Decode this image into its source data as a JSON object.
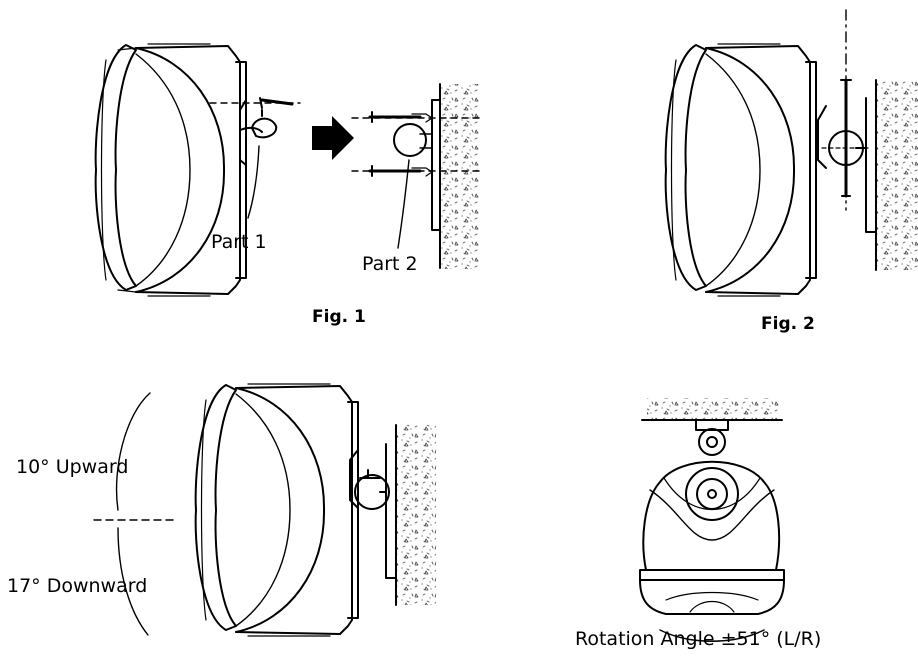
{
  "figures": {
    "fig1": {
      "caption": "Fig. 1",
      "part1_label": "Part 1",
      "part2_label": "Part 2"
    },
    "fig2": {
      "caption": "Fig. 2"
    },
    "tilt": {
      "upward_label": "10° Upward",
      "downward_label": "17° Downward"
    },
    "rotation": {
      "label": "Rotation Angle ±51° (L/R)"
    }
  }
}
